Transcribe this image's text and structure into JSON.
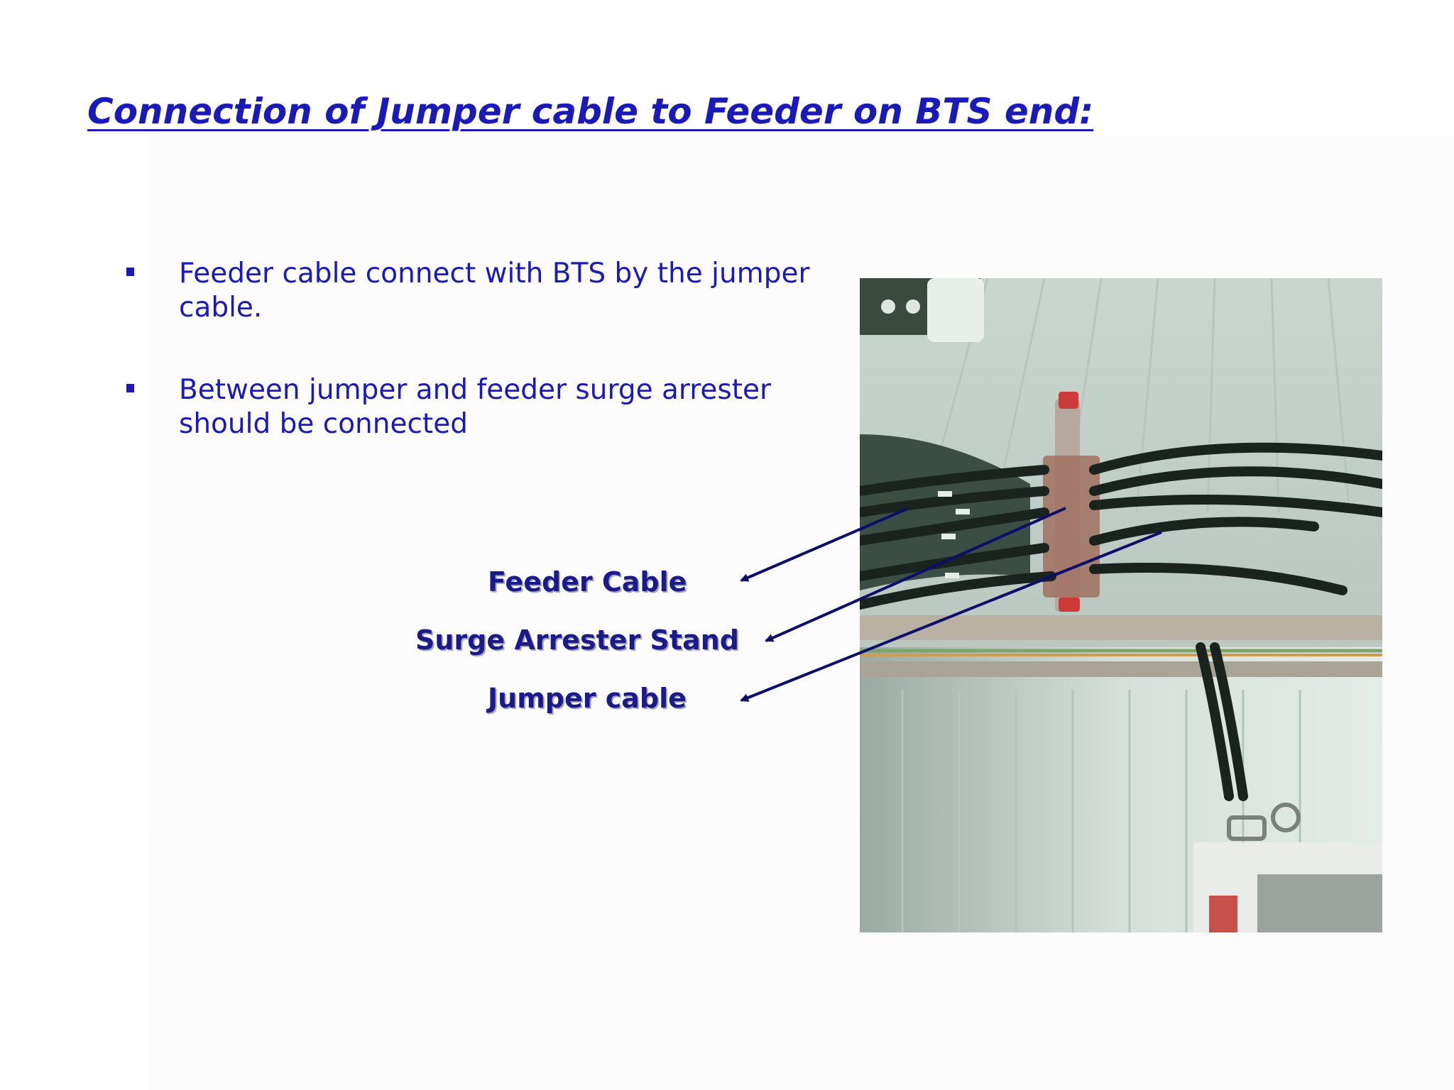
{
  "slide": {
    "title": "Connection of Jumper cable to Feeder on BTS end:",
    "bullets": [
      "Feeder cable connect with BTS by the jumper cable.",
      "Between jumper and feeder surge arrester should be connected"
    ],
    "labels": {
      "feeder": "Feeder Cable",
      "surge": "Surge Arrester Stand",
      "jumper": "Jumper cable"
    },
    "colors": {
      "title": "#1a1ab8",
      "body": "#1a1ab8",
      "label": "#1a1a8a",
      "arrow": "#0d0d6b"
    }
  }
}
